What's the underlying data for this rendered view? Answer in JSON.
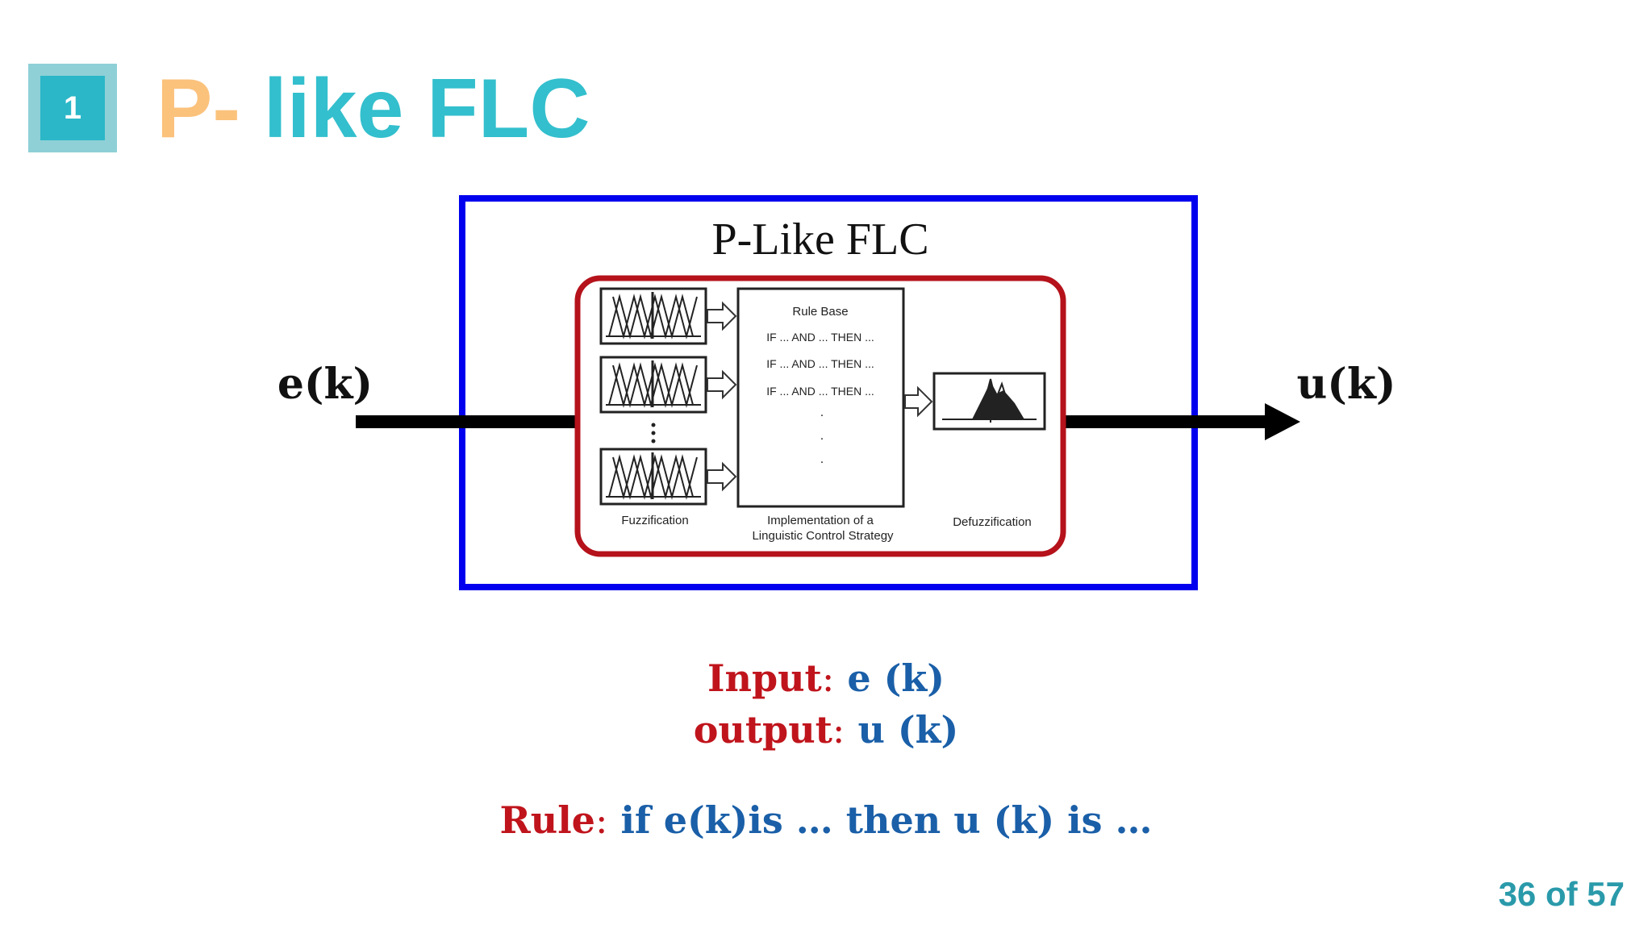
{
  "header": {
    "number": "1",
    "title_part1": "P-",
    "title_part2": " like FLC"
  },
  "diagram": {
    "title": "P-Like FLC",
    "input_label": "e(k)",
    "output_label": "u(k)",
    "rule_base": {
      "heading": "Rule Base",
      "rules": [
        "IF ... AND ... THEN ...",
        "IF ... AND ... THEN ...",
        "IF ... AND ... THEN ..."
      ],
      "dots": [
        ".",
        ".",
        "."
      ]
    },
    "fuzzification_label": "Fuzzification",
    "implementation_label_line1": "Implementation of a",
    "implementation_label_line2": "Linguistic Control Strategy",
    "defuzzification_label": "Defuzzification",
    "colors": {
      "outer_border": "#0000ee",
      "inner_border": "#b5121b",
      "arrow": "#000000"
    }
  },
  "io": {
    "input_key": "Input",
    "input_value": "e (k)",
    "output_key": "output",
    "output_value": "u (k)"
  },
  "rule": {
    "key": "Rule",
    "text": "if e(k)is  … then u (k) is  …"
  },
  "footer": {
    "page": "36 of 57"
  }
}
